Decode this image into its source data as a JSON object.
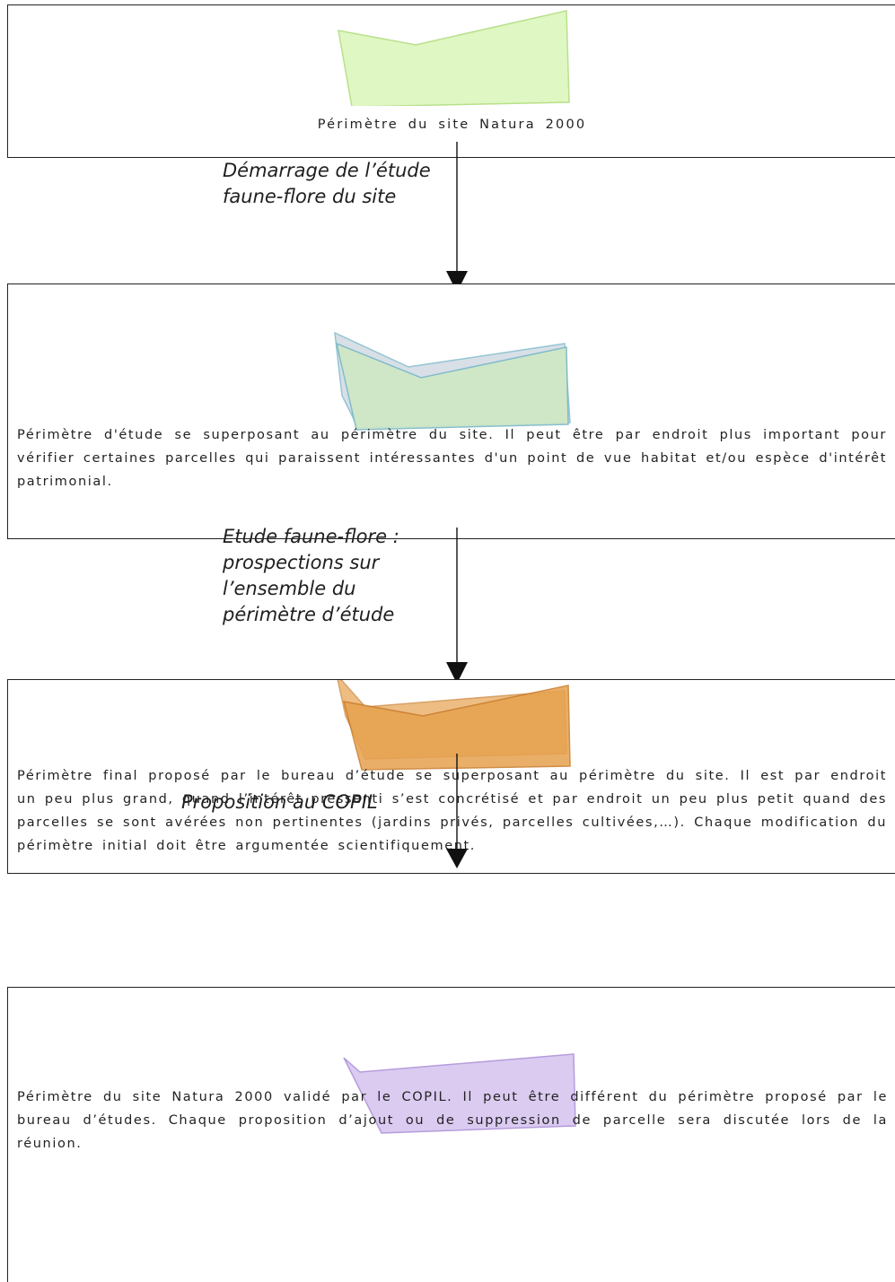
{
  "steps": [
    {
      "text": "Périmètre du site Natura 2000",
      "shape_fill": "#dff7c2",
      "shape_stroke": "#b9e08c"
    },
    {
      "text": "Périmètre d'étude se superposant au périmètre du site. Il peut être par endroit plus important pour vérifier certaines parcelles qui paraissent intéressantes d'un point de vue habitat et/ou espèce d'intérêt patrimonial.",
      "shape_fill": "#cfe8c4",
      "shape_stroke": "#7ab8c8"
    },
    {
      "text": "Périmètre final proposé par le bureau d’étude se superposant au périmètre du site. Il est par endroit un peu plus grand, quand l’intérêt pressenti s’est concrétisé et par endroit  un peu plus petit quand des parcelles se sont avérées non pertinentes (jardins privés, parcelles cultivées,…). Chaque modification du périmètre initial doit être argumentée scientifiquement.",
      "shape_fill": "#e6a24f",
      "shape_stroke": "#c97a28"
    },
    {
      "text": "Périmètre du site Natura 2000 validé par le COPIL. Il peut être différent du périmètre proposé par le bureau d’études. Chaque proposition d’ajout ou de suppression de parcelle sera discutée lors de la réunion.",
      "shape_fill": "#d5c3ef",
      "shape_stroke": "#a98bd6"
    }
  ],
  "transitions": [
    {
      "label": "Démarrage de l’étude faune-flore du site"
    },
    {
      "label": "Etude faune-flore : prospections sur l’ensemble du périmètre d’étude"
    },
    {
      "label": "Proposition au COPIL"
    }
  ]
}
